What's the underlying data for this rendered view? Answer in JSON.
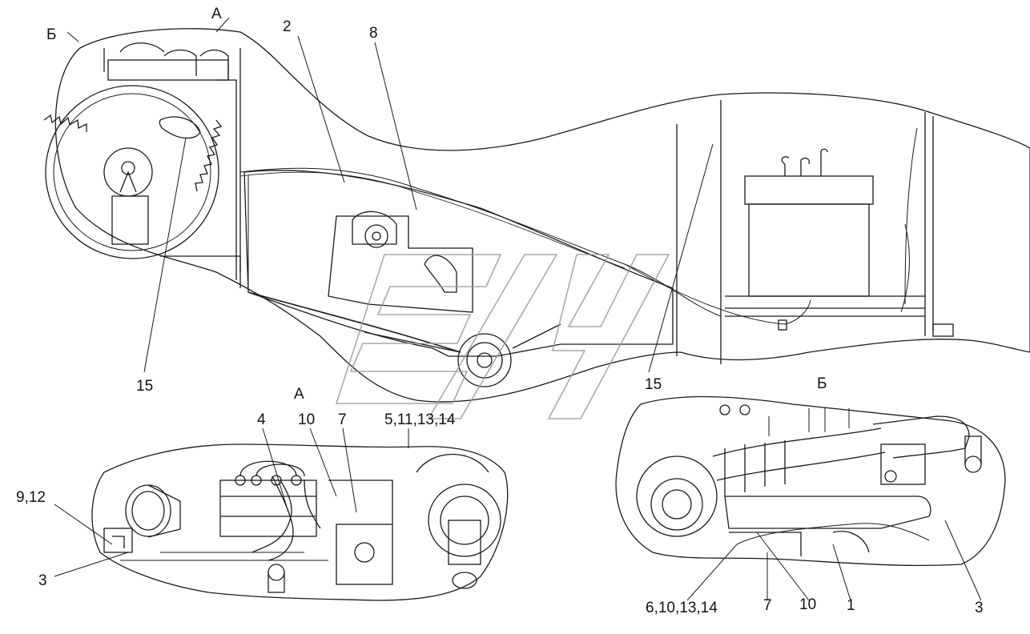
{
  "view_labels": {
    "a_top": "А",
    "b_top": "Б",
    "a_detail": "А",
    "b_detail": "Б"
  },
  "callouts": {
    "c2": "2",
    "c8": "8",
    "c15_left": "15",
    "c15_right": "15",
    "c4": "4",
    "c10_a": "10",
    "c7_a": "7",
    "c5_11_13_14": "5,11,13,14",
    "c9_12": "9,12",
    "c3_a": "3",
    "c6_10_13_14": "6,10,13,14",
    "c7_b": "7",
    "c10_b": "10",
    "c1": "1",
    "c3_b": "3"
  },
  "colors": {
    "line": "#1a1a1a",
    "shade": "#cfcfcf",
    "watermark": "#9a9a9a"
  }
}
